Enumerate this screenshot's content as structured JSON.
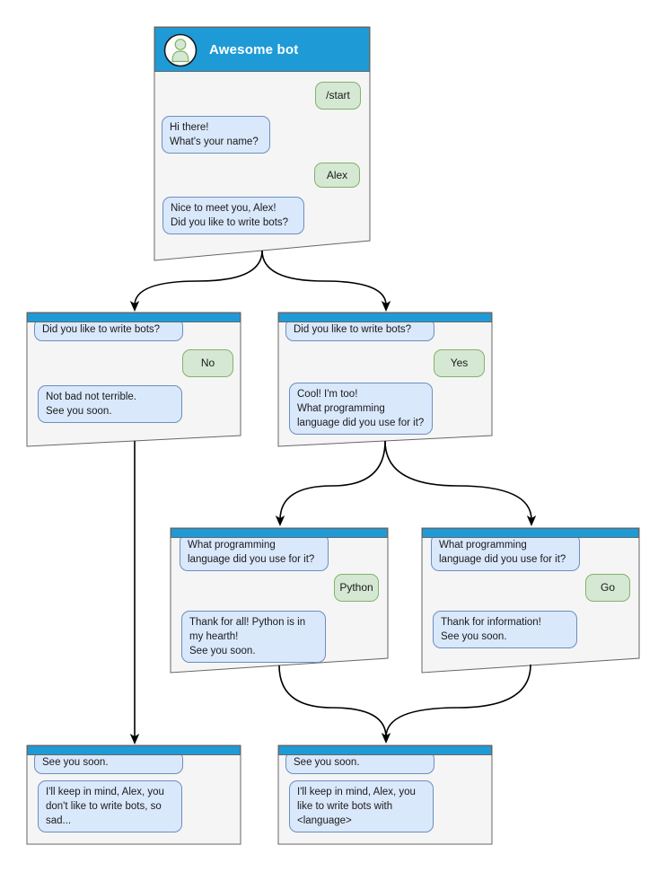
{
  "colors": {
    "header_blue": "#1e9bd7",
    "node_fill": "#f5f5f5",
    "node_border": "#666666",
    "bot_bubble_fill": "#dae8fc",
    "bot_bubble_border": "#6c8ebf",
    "user_bubble_fill": "#d5e8d4",
    "user_bubble_border": "#82b366",
    "connector": "#000000"
  },
  "root_node": {
    "title": "Awesome bot",
    "avatar": "person-icon",
    "messages": {
      "start_cmd": "/start",
      "greeting": "Hi there!\nWhat's your name?",
      "name_reply": "Alex",
      "ask_bots": "Nice to meet you, Alex!\nDid you like to write bots?"
    }
  },
  "no_node": {
    "question": "Did you like to write bots?",
    "answer": "No",
    "reply": "Not bad not terrible.\nSee you soon."
  },
  "yes_node": {
    "question": "Did you like to write bots?",
    "answer": "Yes",
    "reply": "Cool! I'm too!\nWhat programming\nlanguage did you use for it?"
  },
  "python_node": {
    "question": "What programming\nlanguage did you use for it?",
    "answer": "Python",
    "reply": "Thank for all! Python is in\nmy hearth!\nSee you soon."
  },
  "go_node": {
    "question": "What programming\nlanguage did you use for it?",
    "answer": "Go",
    "reply": "Thank for information!\nSee you soon."
  },
  "bye_no_node": {
    "question": "See you soon.",
    "reply": "I'll keep in mind, Alex, you\ndon't like to write bots, so\nsad..."
  },
  "bye_yes_node": {
    "question": "See you soon.",
    "reply": "I'll keep in mind, Alex, you\nlike to write bots with\n<language>"
  }
}
